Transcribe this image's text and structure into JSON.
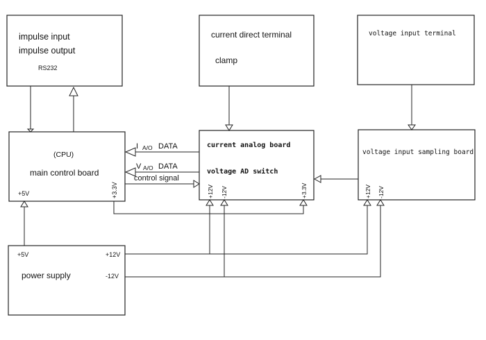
{
  "blocks": {
    "io": {
      "line1": "impulse input",
      "line2": "impulse output",
      "line3": "RS232"
    },
    "current_terminal": {
      "line1": "current direct terminal",
      "line2": "clamp"
    },
    "voltage_terminal": {
      "line1": "voltage input terminal"
    },
    "main_control": {
      "line1": "(CPU)",
      "line2": "main control board",
      "pin_5v": "+5V",
      "pin_3v3": "+3.3V"
    },
    "analog_board": {
      "line1": "current analog board",
      "line2": "voltage AD switch",
      "pin_p12": "+12V",
      "pin_n12": "-12V",
      "pin_3v3": "+3.3V"
    },
    "voltage_sampling": {
      "line1": "voltage input sampling board",
      "pin_p12": "+12V",
      "pin_n12": "-12V"
    },
    "power_supply": {
      "label": "power supply",
      "pin_5v": "+5V",
      "pin_p12": "+12V",
      "pin_n12": "-12V"
    }
  },
  "signals": {
    "i_data": {
      "letter": "I",
      "sub": "A/O",
      "word": "DATA"
    },
    "v_data": {
      "letter": "V",
      "sub": "A/O",
      "word": "DATA"
    },
    "control": "control signal"
  }
}
